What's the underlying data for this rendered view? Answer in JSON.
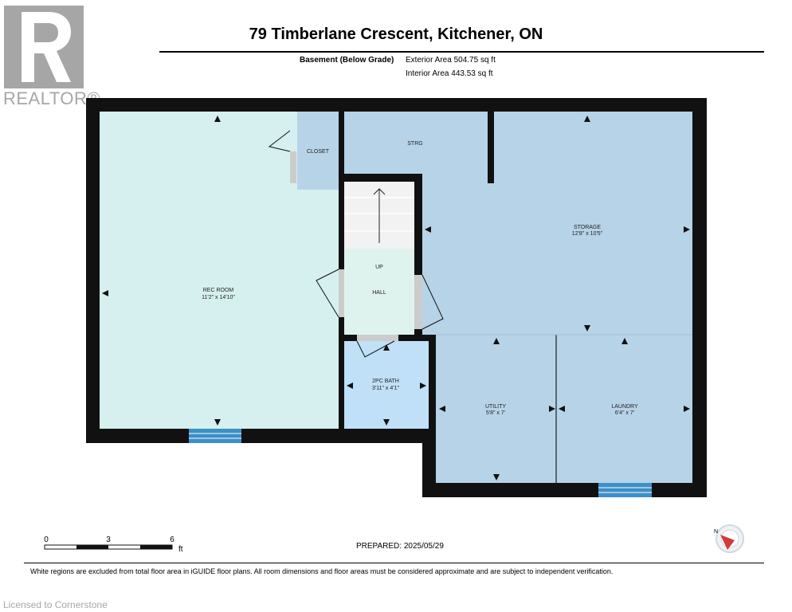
{
  "brand": {
    "name": "REALTOR®"
  },
  "header": {
    "title": "79 Timberlane Crescent, Kitchener, ON",
    "floor_name": "Basement (Below Grade)",
    "exterior_area": "Exterior Area 504.75 sq ft",
    "interior_area": "Interior Area 443.53 sq ft"
  },
  "rooms": {
    "rec_room": {
      "name": "REC ROOM",
      "dims": "11'2\" x 14'10\""
    },
    "closet": {
      "name": "CLOSET"
    },
    "strg": {
      "name": "STRG"
    },
    "storage": {
      "name": "STORAGE",
      "dims": "12'8\" x 10'5\""
    },
    "hall": {
      "name": "HALL"
    },
    "up": {
      "name": "UP"
    },
    "bath": {
      "name": "2PC BATH",
      "dims": "3'11\" x 4'1\""
    },
    "utility": {
      "name": "UTILITY",
      "dims": "5'8\" x 7'"
    },
    "laundry": {
      "name": "LAUNDRY",
      "dims": "6'4\" x 7'"
    }
  },
  "scale": {
    "labels": [
      "0",
      "3",
      "6"
    ],
    "unit": "ft"
  },
  "compass": {
    "north_label": "N"
  },
  "footer": {
    "prepared": "PREPARED:  2025/05/29",
    "disclaimer": "White regions are excluded from total floor area in iGUIDE floor plans. All room dimensions and floor areas must be considered approximate and are subject to independent verification.",
    "licensed": "Licensed to Cornerstone"
  },
  "colors": {
    "wall": "#111111",
    "rec_room_fill": "#d5f0ee",
    "storage_fill": "#b7d3e8",
    "bath_fill": "#bfe0f6",
    "hall_fill": "#dff3ee",
    "window_fill": "#3d8fc8",
    "logo_gray": "#a6a6a6"
  }
}
